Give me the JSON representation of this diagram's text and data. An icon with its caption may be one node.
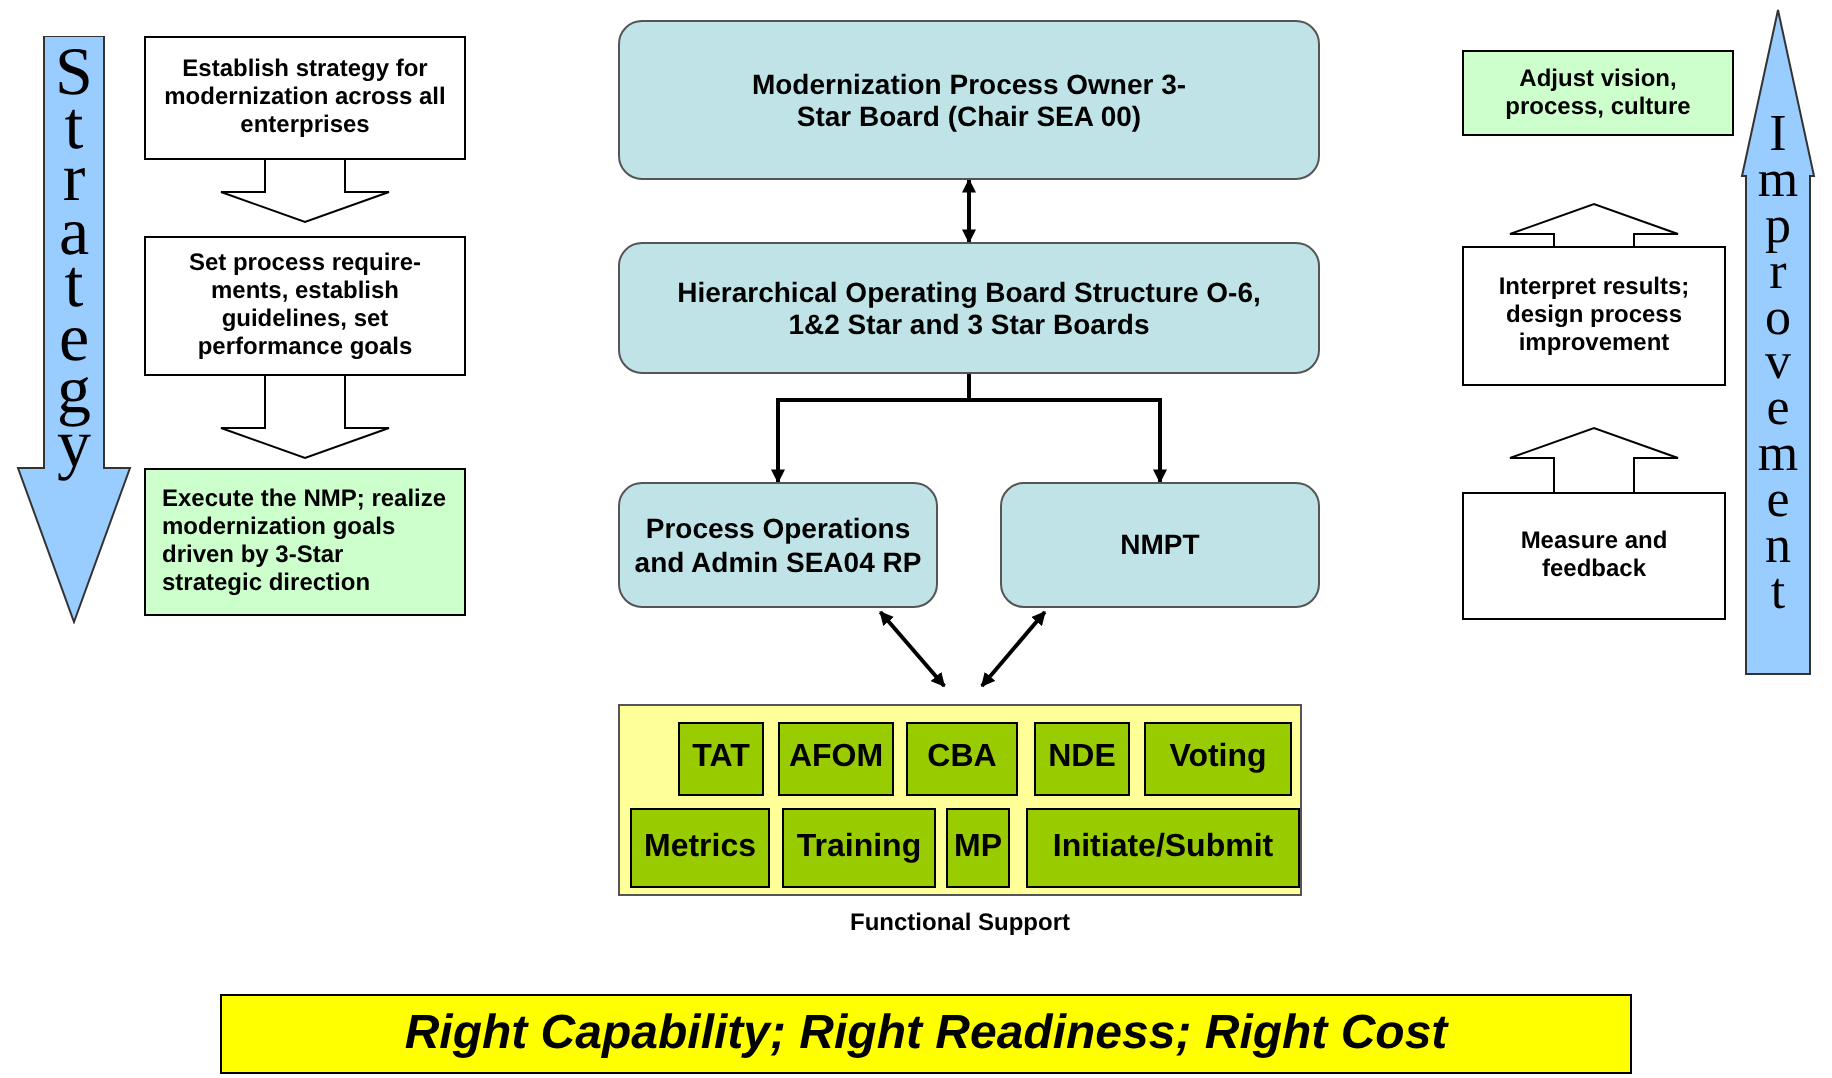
{
  "diagram": {
    "nodes": [
      {
        "text": [
          "Strategy"
        ]
      },
      {
        "text": [
          "Establish strategy for modernization across all enterprises"
        ]
      },
      {
        "text": [
          "Set process require- ments, establish guidelines, set performance goals"
        ]
      },
      {
        "text": [
          "Execute the NMP; realize modernization goals driven by 3-Star strategic direction"
        ]
      },
      {
        "text": [
          "Modernization Process Owner 3-Star Board (Chair SEA 00)"
        ]
      },
      {
        "text": [
          "Hierarchical Operating Board Structure O-6, 1&2 Star and 3 Star Boards"
        ]
      },
      {
        "text": [
          "Process Operations and Admin SEA04 RP"
        ]
      },
      {
        "text": [
          "NMPT"
        ]
      },
      {
        "text": [
          "Functional Support"
        ]
      },
      {
        "text": [
          "TAT"
        ],
        "in": 8
      },
      {
        "text": [
          "AFOM"
        ],
        "in": 8
      },
      {
        "text": [
          "CBA"
        ],
        "in": 8
      },
      {
        "text": [
          "NDE"
        ],
        "in": 8
      },
      {
        "text": [
          "Voting"
        ],
        "in": 8
      },
      {
        "text": [
          "Metrics"
        ],
        "in": 8
      },
      {
        "text": [
          "Training"
        ],
        "in": 8
      },
      {
        "text": [
          "MP"
        ],
        "in": 8
      },
      {
        "text": [
          "Initiate/Submit"
        ],
        "in": 8
      },
      {
        "text": [
          "Adjust vision, process, culture"
        ]
      },
      {
        "text": [
          "Interpret results; design process improvement"
        ]
      },
      {
        "text": [
          "Measure and feedback"
        ]
      },
      {
        "text": [
          "Improvement"
        ]
      },
      {
        "text": [
          "Right Capability; Right Readiness; Right Cost"
        ]
      }
    ],
    "edges": [
      {
        "from": 1,
        "to": 2,
        "arrow": "to"
      },
      {
        "from": 2,
        "to": 3,
        "arrow": "to"
      },
      {
        "from": 4,
        "to": 5,
        "arrow": "both"
      },
      {
        "from": 5,
        "to": 6,
        "arrow": "to"
      },
      {
        "from": 5,
        "to": 7,
        "arrow": "to"
      },
      {
        "from": 6,
        "to": 8,
        "arrow": "both"
      },
      {
        "from": 7,
        "to": 8,
        "arrow": "both"
      },
      {
        "from": 20,
        "to": 19,
        "arrow": "to"
      },
      {
        "from": 19,
        "to": 18,
        "arrow": "to"
      }
    ]
  }
}
